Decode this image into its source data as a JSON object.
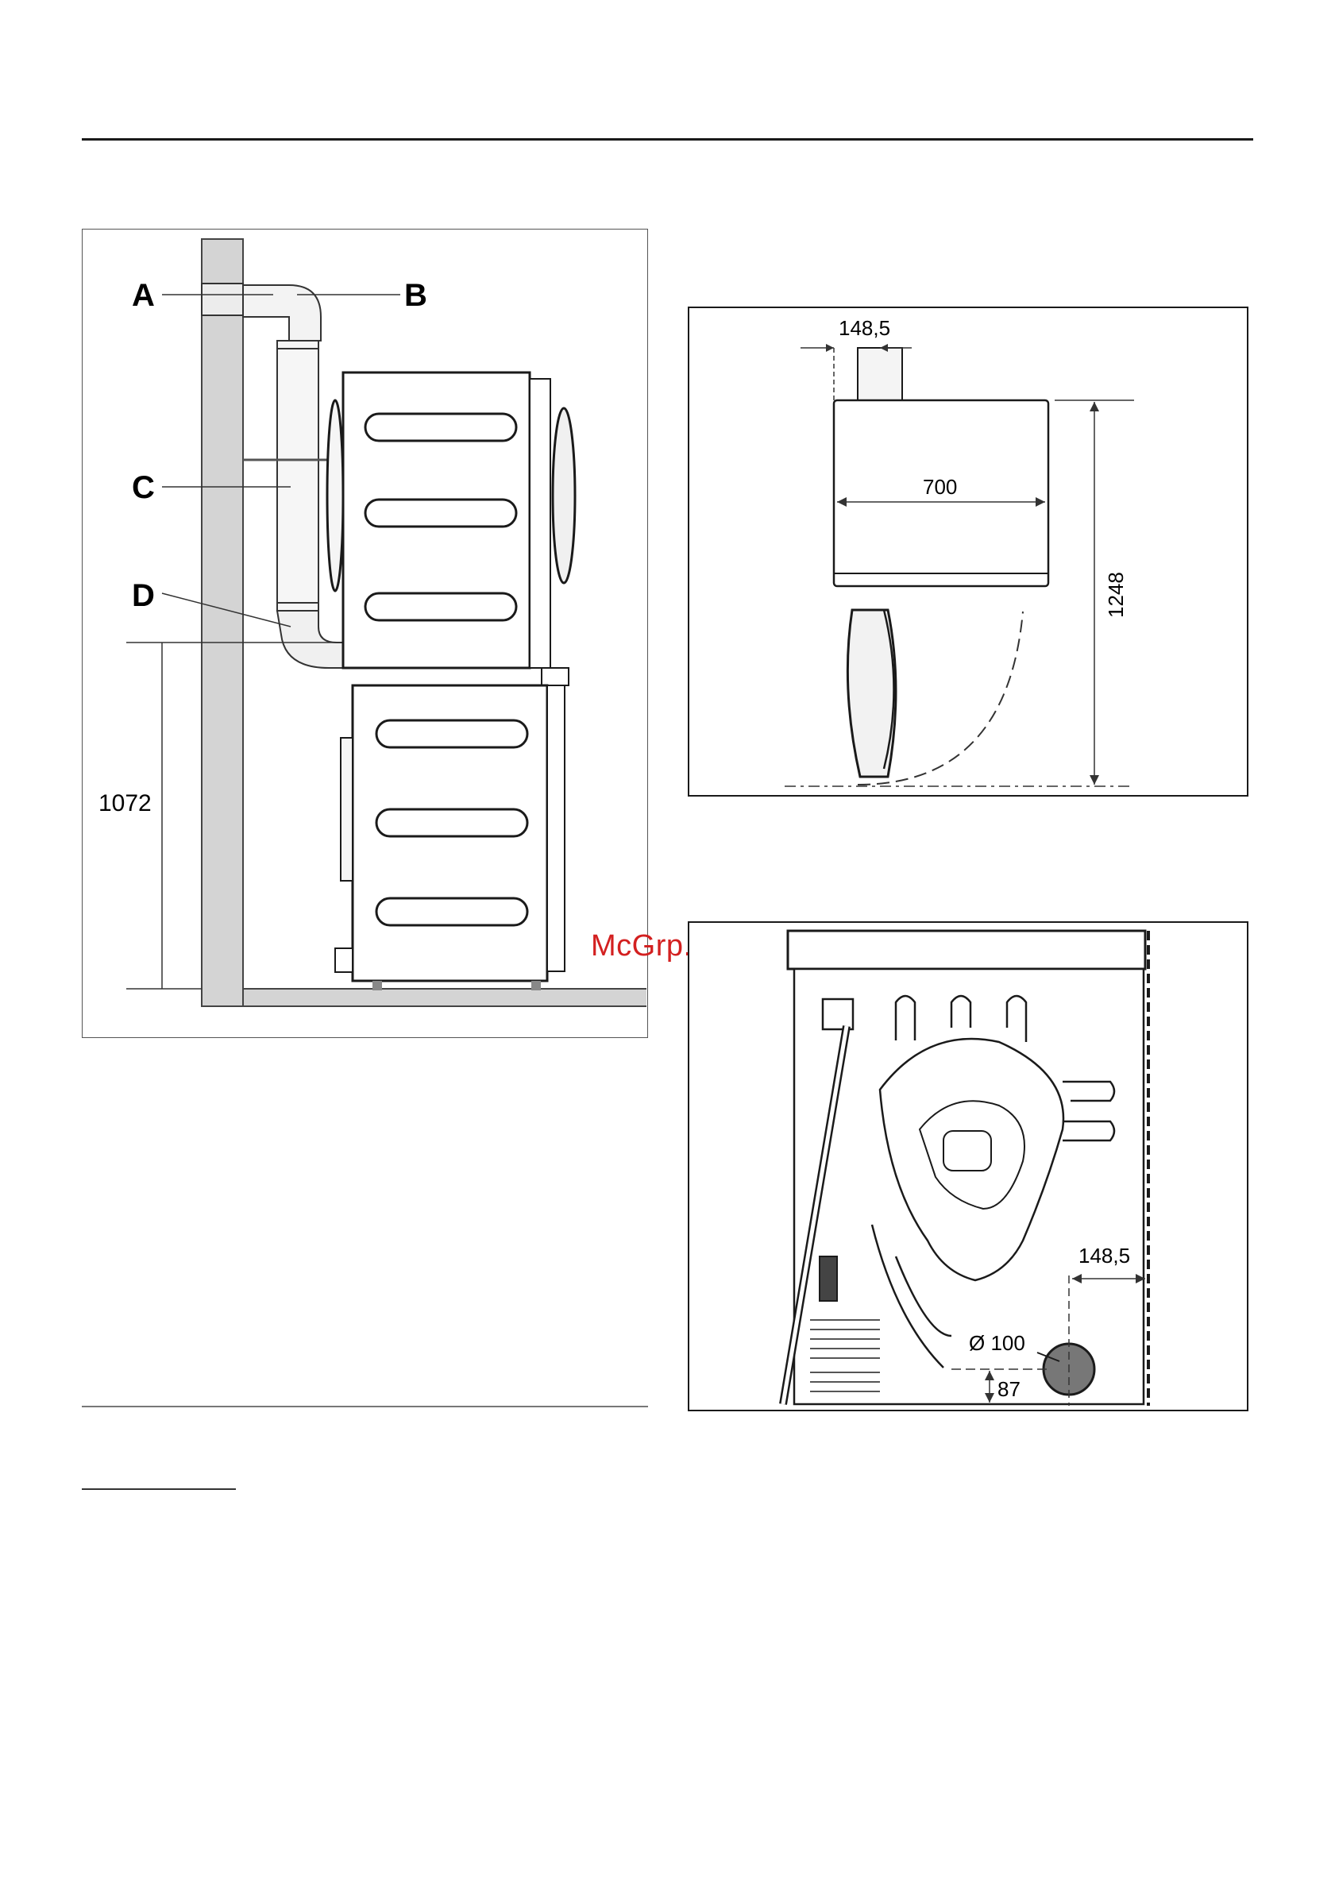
{
  "watermark": "McGrp.Ru",
  "figure_left": {
    "label_a": "A",
    "label_b": "B",
    "label_c": "C",
    "label_d": "D",
    "height_dimension": "1072"
  },
  "figure_right_top": {
    "duct_offset": "148,5",
    "width": "700",
    "height": "1248"
  },
  "figure_right_bottom": {
    "duct_offset": "148,5",
    "duct_diameter": "Ø 100",
    "duct_height": "87"
  },
  "colors": {
    "line": "#1a1a1a",
    "wall": "#d4d4d4",
    "watermark": "#d32020"
  }
}
